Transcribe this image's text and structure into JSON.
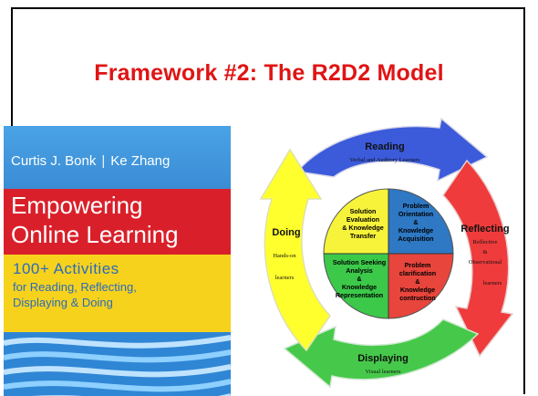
{
  "slide": {
    "title": "Framework #2: The R2D2 Model"
  },
  "book": {
    "author1": "Curtis J. Bonk",
    "separator": "|",
    "author2": "Ke Zhang",
    "title_line1": "Empowering",
    "title_line2": "Online Learning",
    "subtitle_line1": "100+ Activities",
    "subtitle_line2": "for Reading, Reflecting,",
    "subtitle_line3": "Displaying & Doing",
    "colors": {
      "blue": "#3b8fd6",
      "red": "#d9202a",
      "yellow": "#f7d21c"
    }
  },
  "diagram": {
    "reading": {
      "title": "Reading",
      "desc": "Verbal and Auditory Learners",
      "color": "#3b5bdb"
    },
    "reflecting": {
      "title": "Reflecting",
      "desc_line1": "Reflective",
      "desc_line2": "&",
      "desc_line3": "Observational",
      "desc_line4": "learners",
      "color": "#ef3b3b"
    },
    "displaying": {
      "title": "Displaying",
      "desc": "Visual learners",
      "color": "#46c94a"
    },
    "doing": {
      "title": "Doing",
      "desc_line1": "Hands-on",
      "desc_line2": "learners",
      "color": "#ffff2e"
    },
    "quadrants": {
      "top_left": [
        "Solution",
        "Evaluation",
        "& Knowledge",
        "Transfer"
      ],
      "top_right": [
        "Problem",
        "Orientation",
        "&",
        "Knowledge",
        "Acquisition"
      ],
      "bottom_left": [
        "Solution Seeking",
        "Analysis",
        "&",
        "Knowledge",
        "Representation"
      ],
      "bottom_right": [
        "Problem",
        "clarification",
        "&",
        "Knowledge",
        "contruction"
      ]
    },
    "quadrant_colors": {
      "top_left": "#f7f33a",
      "top_right": "#2e78c4",
      "bottom_left": "#3cc94a",
      "bottom_right": "#e8453c"
    }
  }
}
